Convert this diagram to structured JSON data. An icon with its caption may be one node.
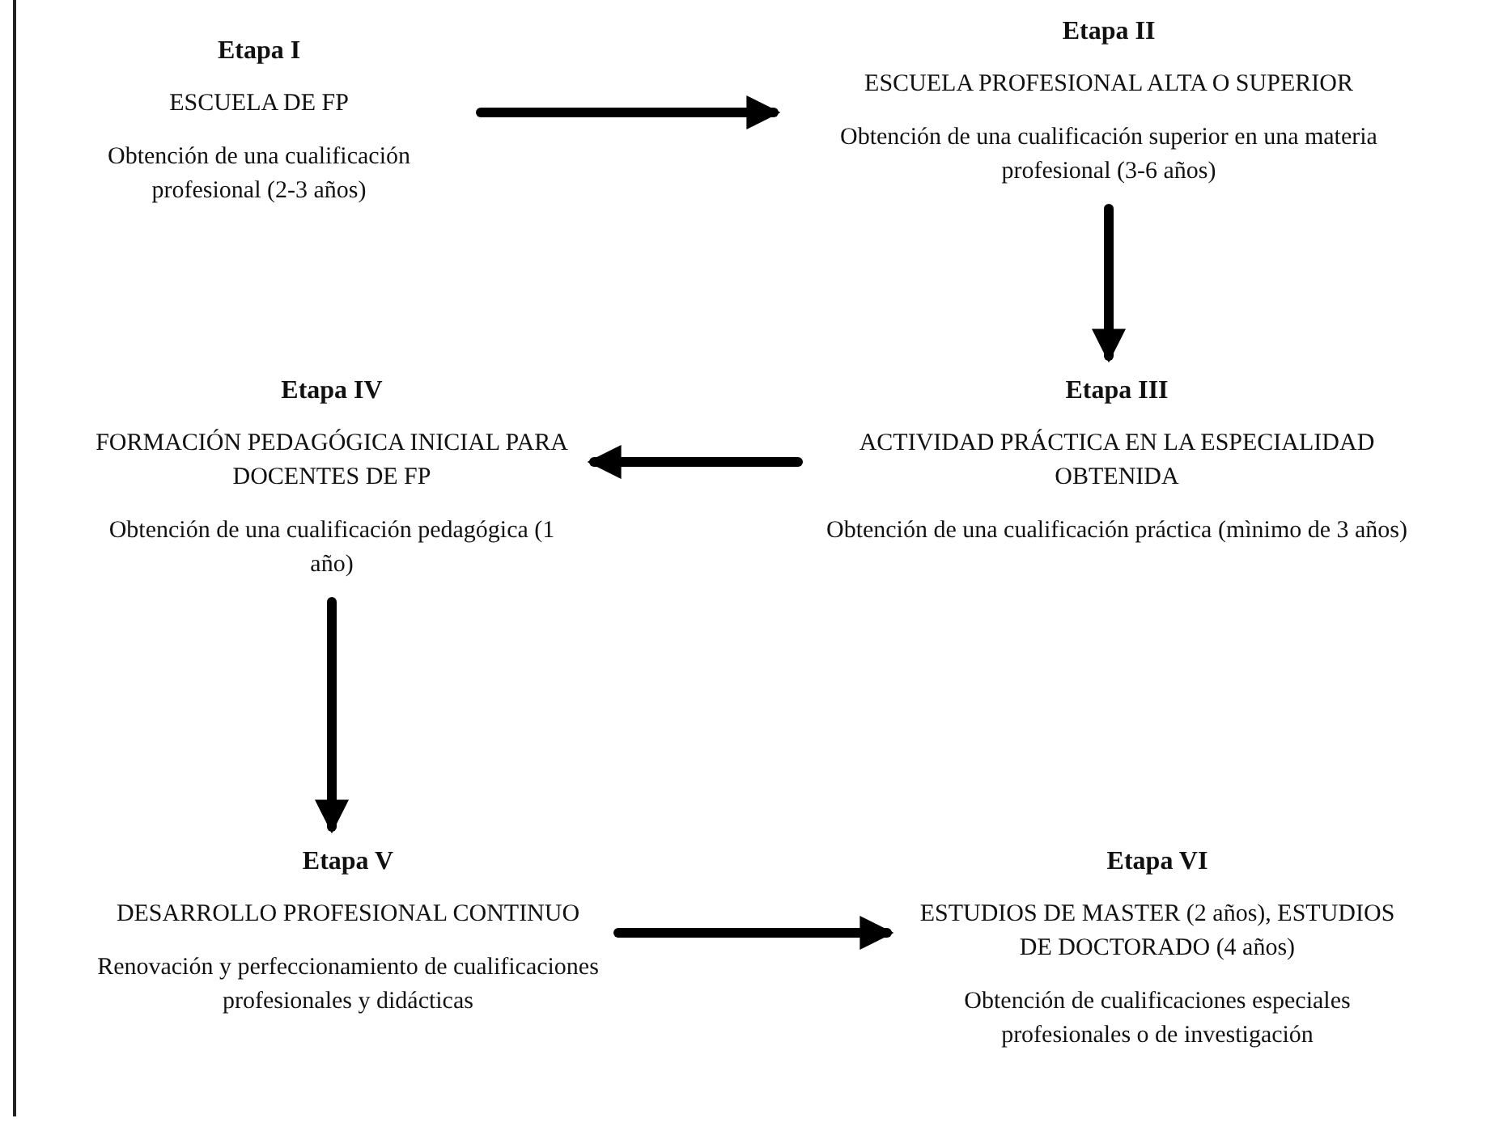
{
  "diagram": {
    "nodes": [
      {
        "text": [
          "Etapa I",
          "ESCUELA DE FP",
          "Obtención de una cualificación profesional (2-3 años)"
        ]
      },
      {
        "text": [
          "Etapa II",
          "ESCUELA PROFESIONAL ALTA O SUPERIOR",
          "Obtención de una cualificación superior en una materia profesional (3-6 años)"
        ]
      },
      {
        "text": [
          "Etapa IV",
          "FORMACIÓN PEDAGÓGICA INICIAL PARA DOCENTES DE FP",
          "Obtención de una cualificación pedagógica (1 año)"
        ]
      },
      {
        "text": [
          "Etapa III",
          "ACTIVIDAD PRÁCTICA EN LA ESPECIALIDAD OBTENIDA",
          "Obtención de una cualificación práctica (mìnimo de 3 años)"
        ]
      },
      {
        "text": [
          "Etapa V",
          "DESARROLLO PROFESIONAL CONTINUO",
          "Renovación y perfeccionamiento de cualificaciones profesionales y didácticas"
        ]
      },
      {
        "text": [
          "Etapa VI",
          "ESTUDIOS DE MASTER (2 años), ESTUDIOS DE DOCTORADO (4 años)",
          "Obtención de cualificaciones especiales profesionales o de investigación"
        ]
      }
    ],
    "edges": [
      {
        "from": 0,
        "to": 1,
        "arrow": "to"
      },
      {
        "from": 1,
        "to": 3,
        "arrow": "to"
      },
      {
        "from": 3,
        "to": 2,
        "arrow": "to"
      },
      {
        "from": 2,
        "to": 4,
        "arrow": "to"
      },
      {
        "from": 4,
        "to": 5,
        "arrow": "to"
      }
    ]
  }
}
